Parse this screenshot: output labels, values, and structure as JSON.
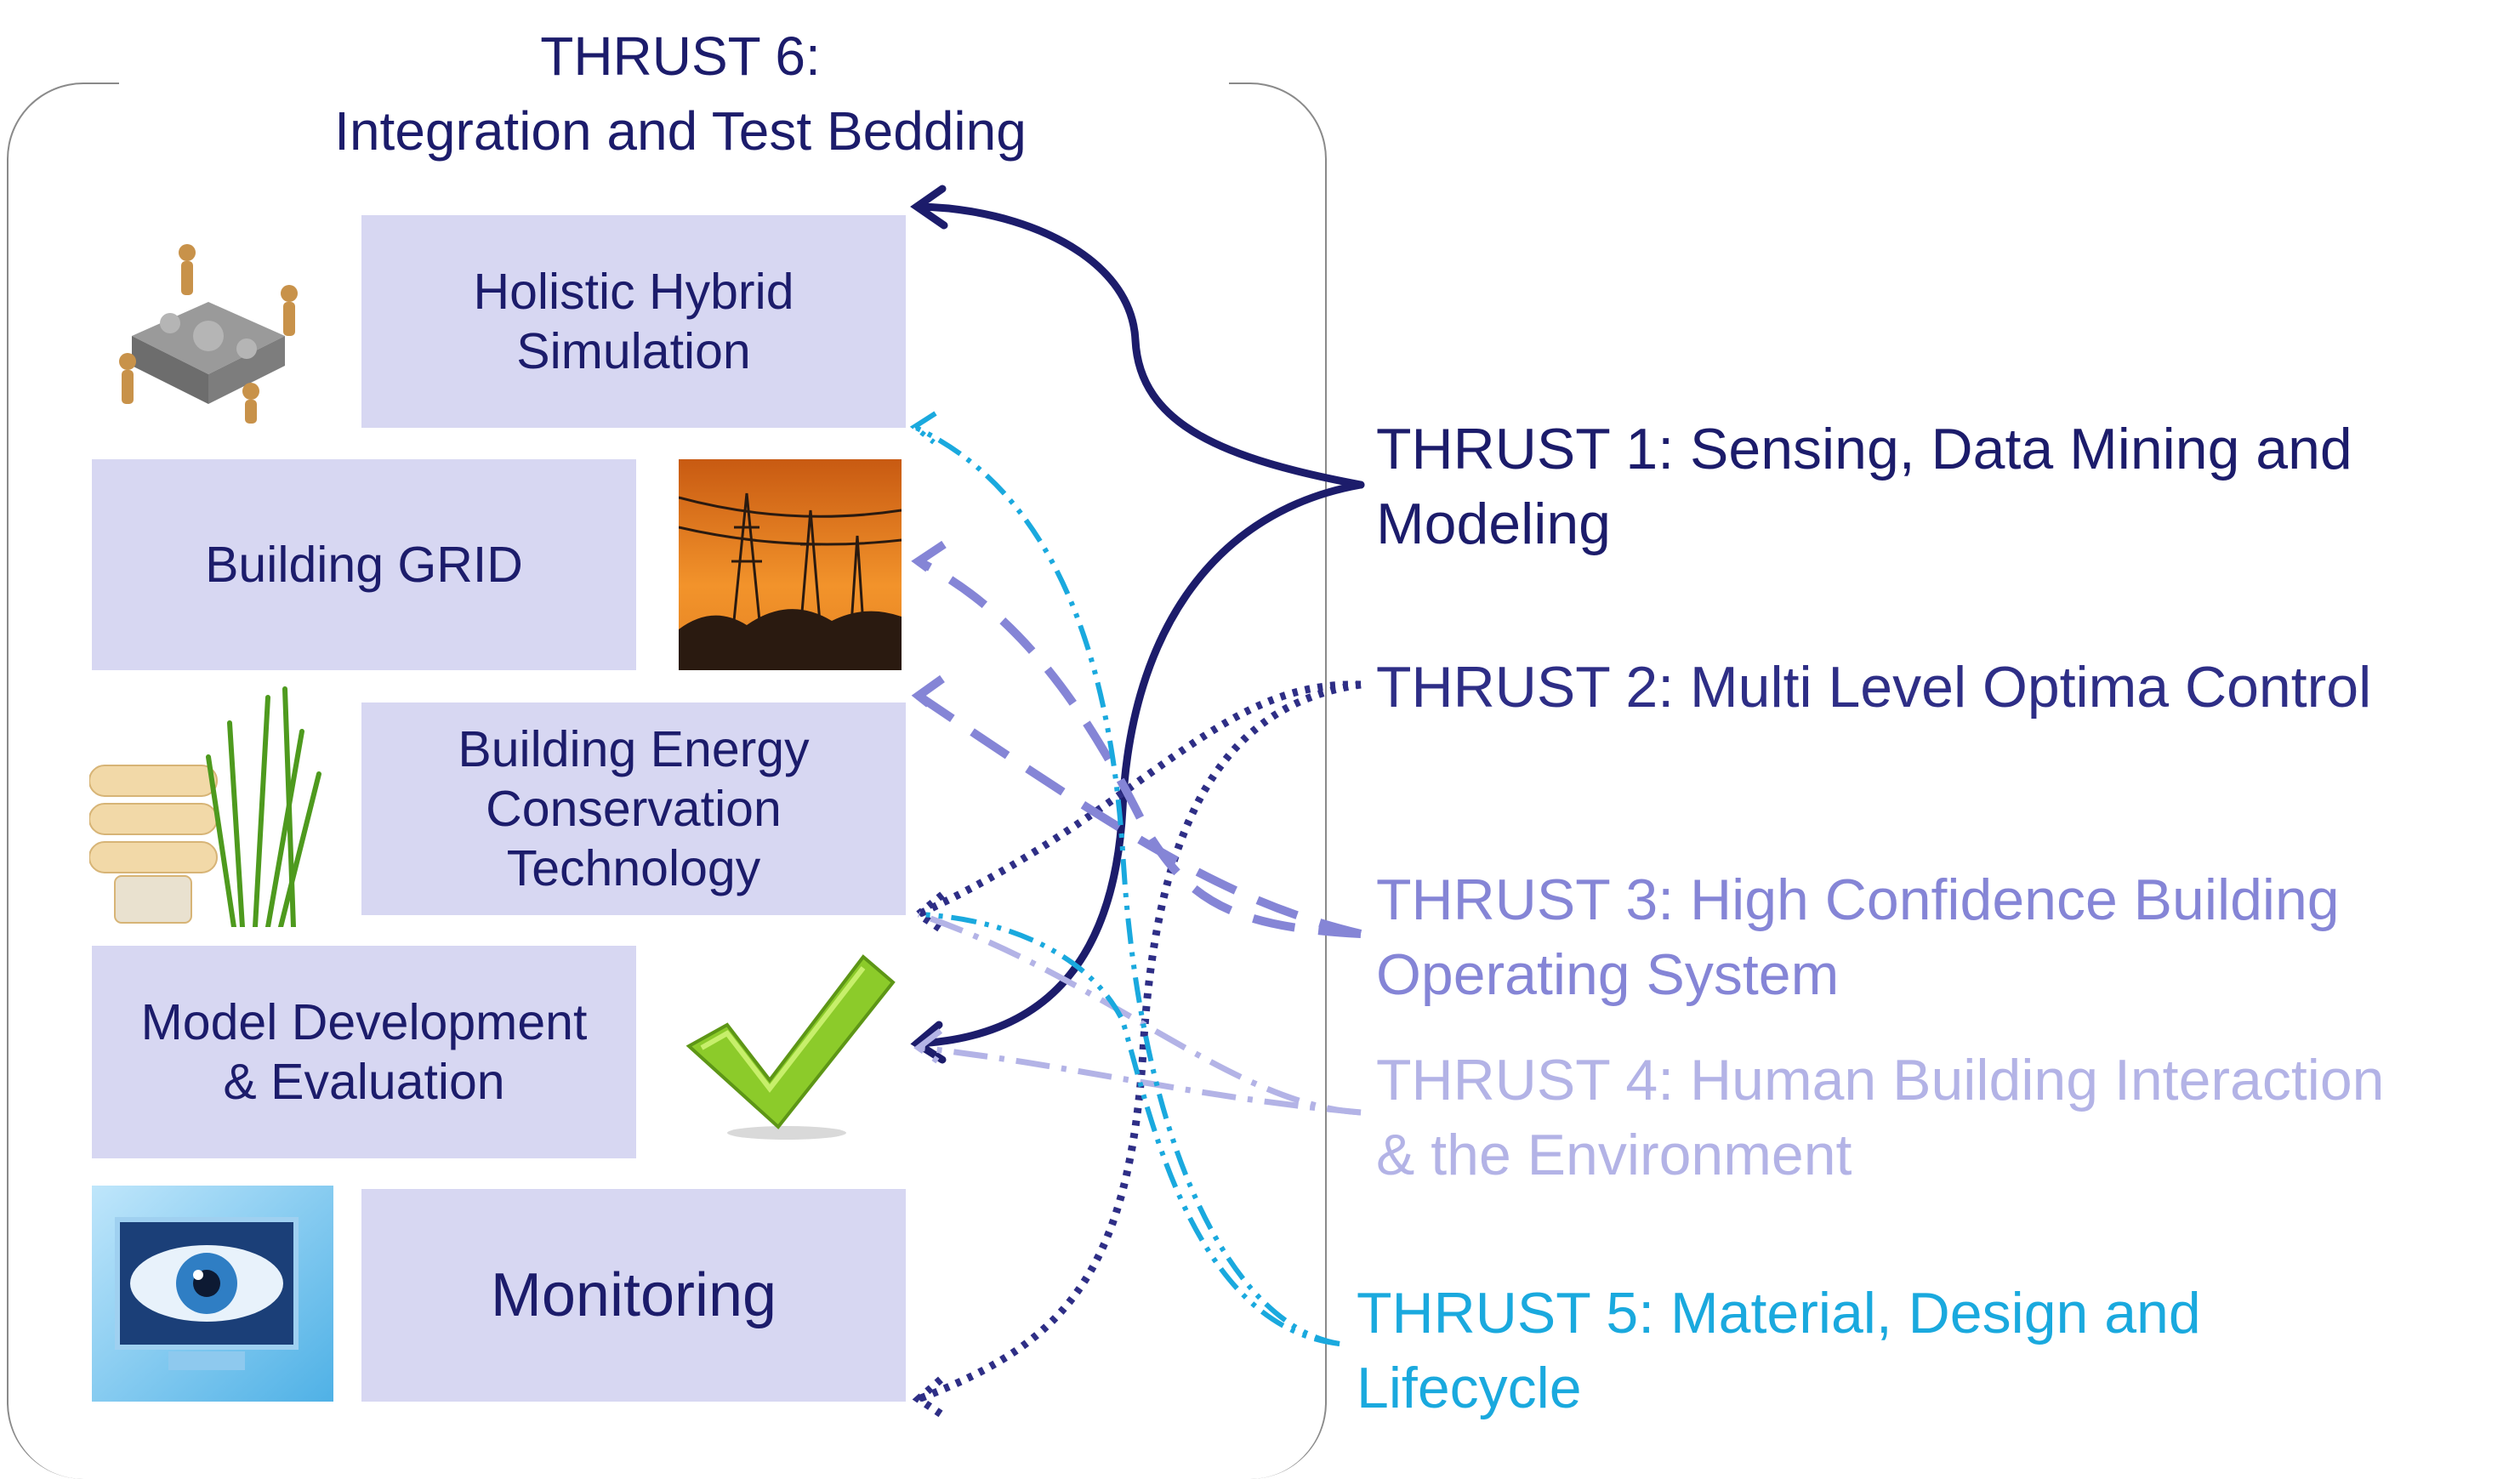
{
  "thrust6": {
    "line1": "THRUST 6:",
    "line2": "Integration and Test Bedding"
  },
  "boxes": {
    "holistic": "Holistic Hybrid\nSimulation",
    "grid": "Building GRID",
    "conservation": "Building Energy\nConservation\nTechnology",
    "model": "Model Development\n& Evaluation",
    "monitoring": "Monitoring"
  },
  "thrusts": {
    "t1": "THRUST 1: Sensing, Data Mining and\nModeling",
    "t2": "THRUST 2: Multi Level Optima Control",
    "t3": "THRUST 3: High Confidence Building\nOperating System",
    "t4": "THRUST 4: Human Building Interaction\n& the Environment",
    "t5": "THRUST 5: Material, Design and\nLifecycle"
  },
  "colors": {
    "box_fill": "#d7d7f2",
    "thrust1": "#1c1c6b",
    "thrust2": "#2e2e86",
    "thrust3": "#8585d6",
    "thrust4": "#b3b3e6",
    "thrust5": "#1aa9de"
  },
  "icons": [
    "puzzle-figures-icon",
    "power-lines-photo",
    "bulb-grass-icon",
    "checkmark-icon",
    "eye-monitor-icon"
  ]
}
